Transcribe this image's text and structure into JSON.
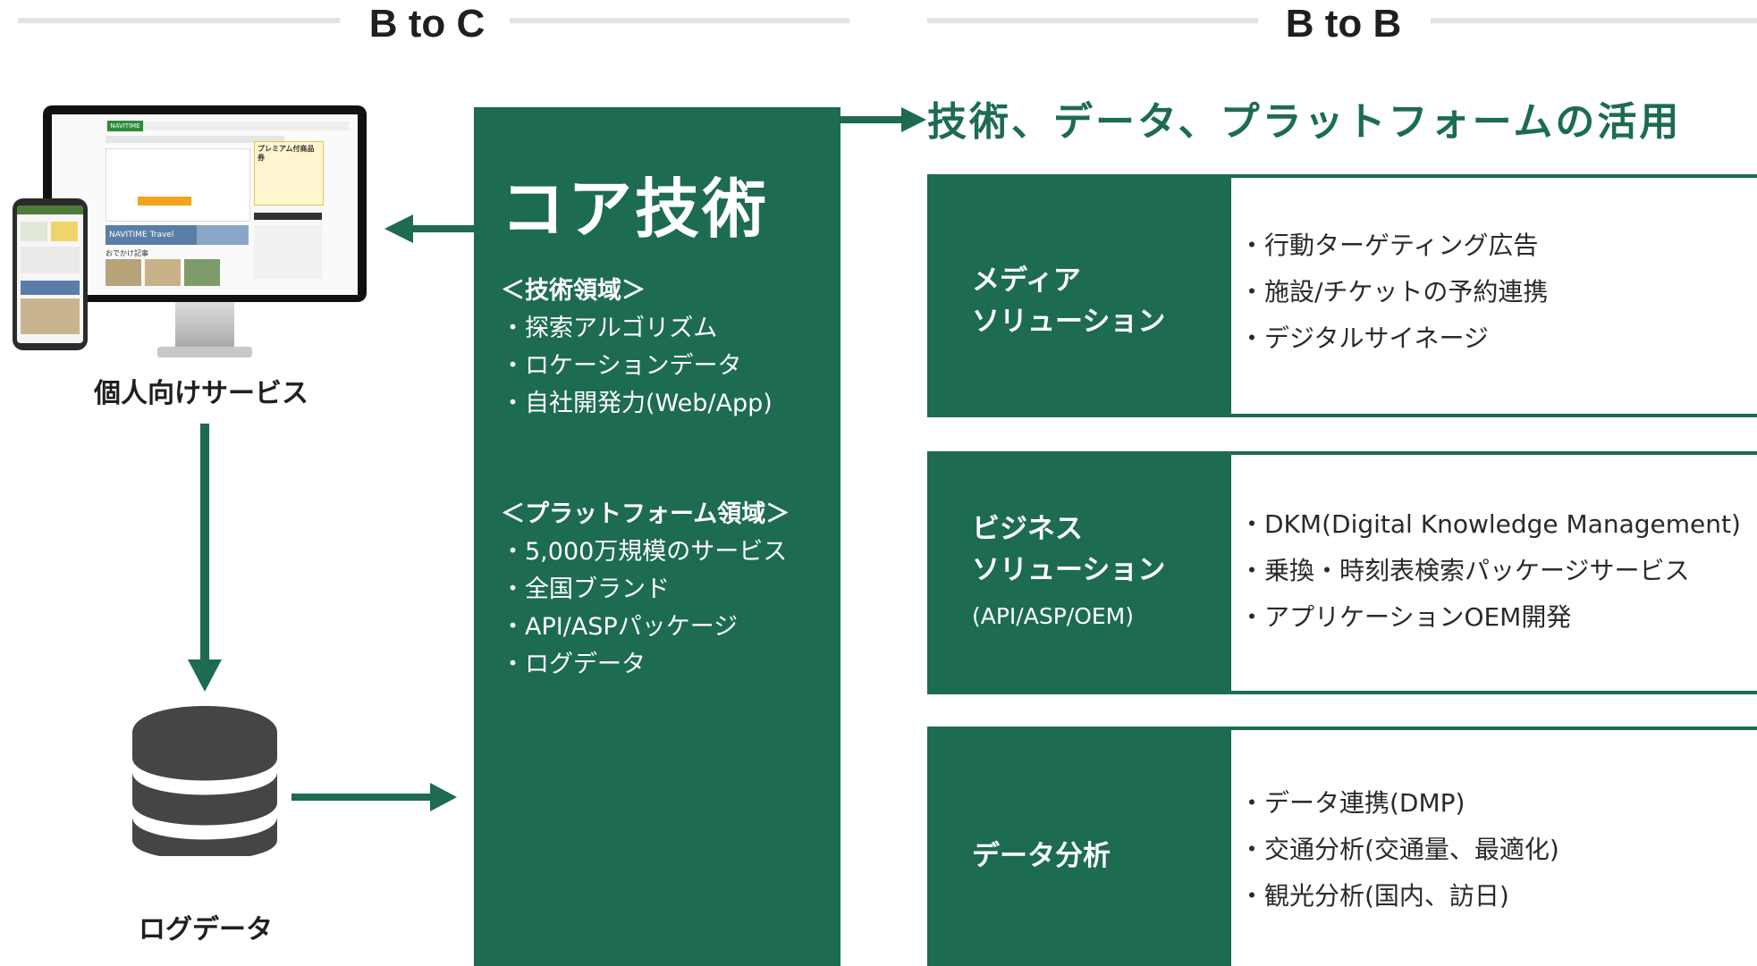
{
  "btoc": {
    "title": "B to C"
  },
  "btob": {
    "title": "B to B"
  },
  "personal": {
    "label": "個人向けサービス"
  },
  "log": {
    "label": "ログデータ"
  },
  "core": {
    "title": "コア技術",
    "tech_heading": "＜技術領域＞",
    "tech_items": [
      "・探索アルゴリズム",
      "・ロケーションデータ",
      "・自社開発力(Web/App)"
    ],
    "platform_heading": "＜プラットフォーム領域＞",
    "platform_items": [
      "・5,000万規模のサービス",
      "・全国ブランド",
      "・API/ASPパッケージ",
      "・ログデータ"
    ]
  },
  "btob_heading": "技術、データ、プラットフォームの活用",
  "solutions": [
    {
      "title_line1": "メディア",
      "title_line2": "ソリューション",
      "sub": "",
      "items": [
        "・行動ターゲティング広告",
        "・施設/チケットの予約連携",
        "・デジタルサイネージ"
      ]
    },
    {
      "title_line1": "ビジネス",
      "title_line2": "ソリューション",
      "sub": "(API/ASP/OEM)",
      "items": [
        "・DKM(Digital Knowledge Management)",
        "・乗換・時刻表検索パッケージサービス",
        "・アプリケーションOEM開発"
      ]
    },
    {
      "title_line1": "データ分析",
      "title_line2": "",
      "sub": "",
      "items": [
        "・データ連携(DMP)",
        "・交通分析(交通量、最適化)",
        "・観光分析(国内、訪日)"
      ]
    }
  ],
  "colors": {
    "green": "#1c6b52",
    "rule": "#e3e3e3"
  },
  "icons": [
    "computer-monitor-icon",
    "smartphone-icon",
    "database-icon",
    "arrow-icon"
  ],
  "screenshot_texts": {
    "brand": "NAVITIME",
    "banner": "NAVITIME Travel",
    "article": "おでかけ記事",
    "promo": "プレミアム付商品券"
  }
}
